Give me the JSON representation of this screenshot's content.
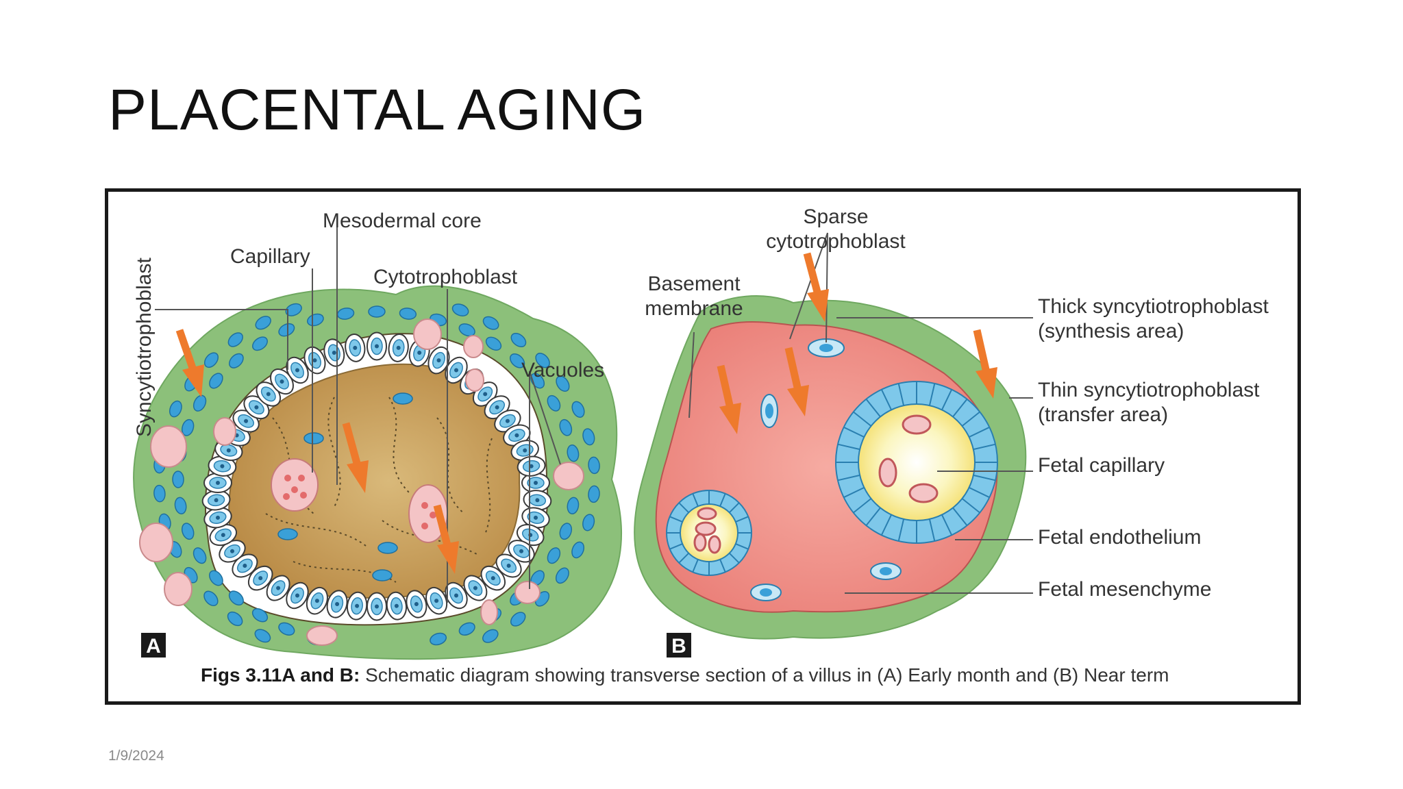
{
  "slide": {
    "title": "PLACENTAL AGING",
    "date": "1/9/2024"
  },
  "figure": {
    "panel_a": {
      "badge": "A",
      "labels": {
        "syncytiotrophoblast": "Syncytiotrophoblast",
        "capillary": "Capillary",
        "mesodermal_core": "Mesodermal core",
        "cytotrophoblast": "Cytotrophoblast",
        "vacuoles": "Vacuoles"
      }
    },
    "panel_b": {
      "badge": "B",
      "labels": {
        "sparse_1": "Sparse",
        "sparse_2": "cytotrophoblast",
        "basement_1": "Basement",
        "basement_2": "membrane",
        "thick_1": "Thick syncytiotrophoblast",
        "thick_2": "(synthesis area)",
        "thin_1": "Thin syncytiotrophoblast",
        "thin_2": "(transfer area)",
        "fetal_capillary": "Fetal capillary",
        "fetal_endothelium": "Fetal endothelium",
        "fetal_mesenchyme": "Fetal mesenchyme"
      }
    },
    "caption": {
      "bold": "Figs 3.11A and B:",
      "text": " Schematic diagram showing transverse section of a villus in (A) Early month and (B) Near term"
    },
    "colors": {
      "syncytium_green": "#8cc07a",
      "core_tan": "#c9a25e",
      "nucleus_blue": "#3aa0d8",
      "vacuole_pink": "#f4c4c6",
      "mesenchyme_red": "#ee8d85",
      "capillary_yellow": "#fbf3a6",
      "arrow_orange": "#ee7a2c"
    }
  }
}
